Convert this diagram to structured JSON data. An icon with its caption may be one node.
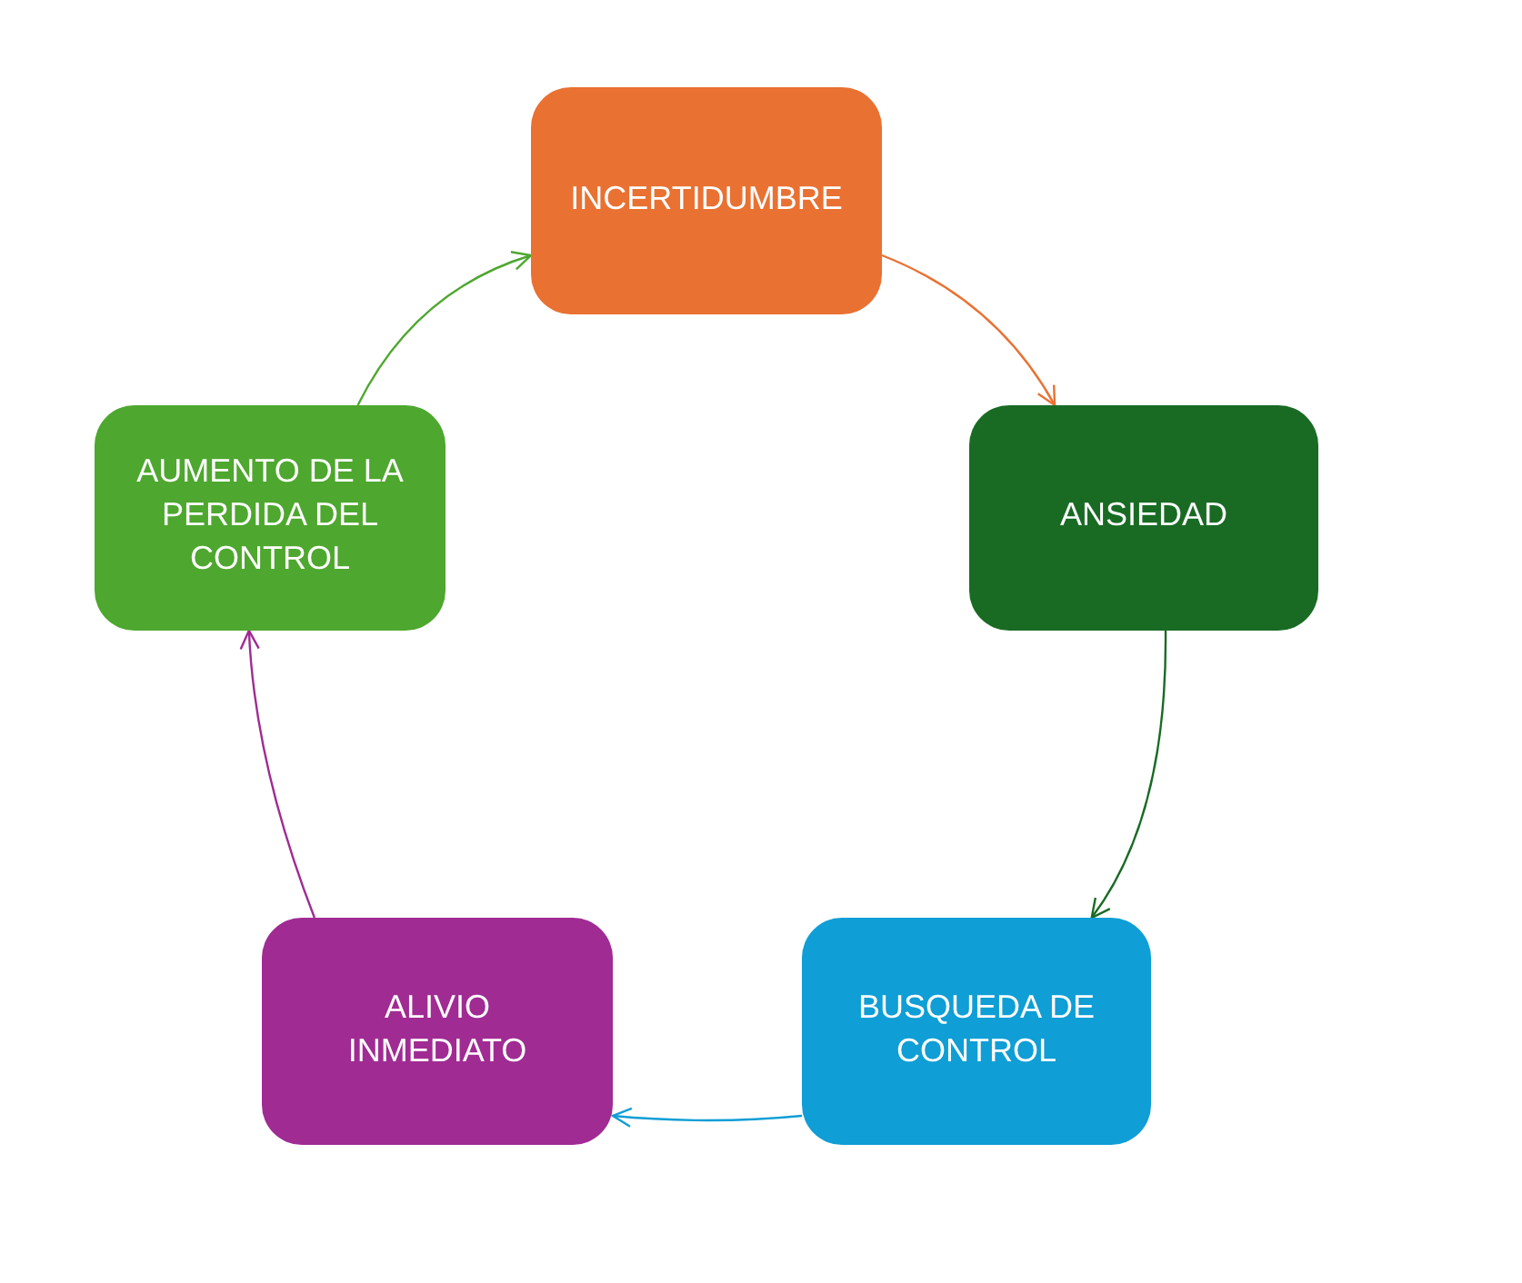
{
  "diagram": {
    "nodes": [
      {
        "text": [
          "INCERTIDUMBRE"
        ]
      },
      {
        "text": [
          "ANSIEDAD"
        ]
      },
      {
        "text": [
          "BUSQUEDA DE CONTROL"
        ]
      },
      {
        "text": [
          "ALIVIO INMEDIATO"
        ]
      },
      {
        "text": [
          "AUMENTO DE LA PERDIDA DEL CONTROL"
        ]
      }
    ],
    "edges": [
      {
        "from": 0,
        "to": 1,
        "arrow": "to",
        "color": "#e97132"
      },
      {
        "from": 1,
        "to": 2,
        "arrow": "to",
        "color": "#196b24"
      },
      {
        "from": 2,
        "to": 3,
        "arrow": "to",
        "color": "#0f9ed5"
      },
      {
        "from": 3,
        "to": 4,
        "arrow": "to",
        "color": "#a02b93"
      },
      {
        "from": 4,
        "to": 0,
        "arrow": "to",
        "color": "#4ea72e"
      }
    ]
  }
}
